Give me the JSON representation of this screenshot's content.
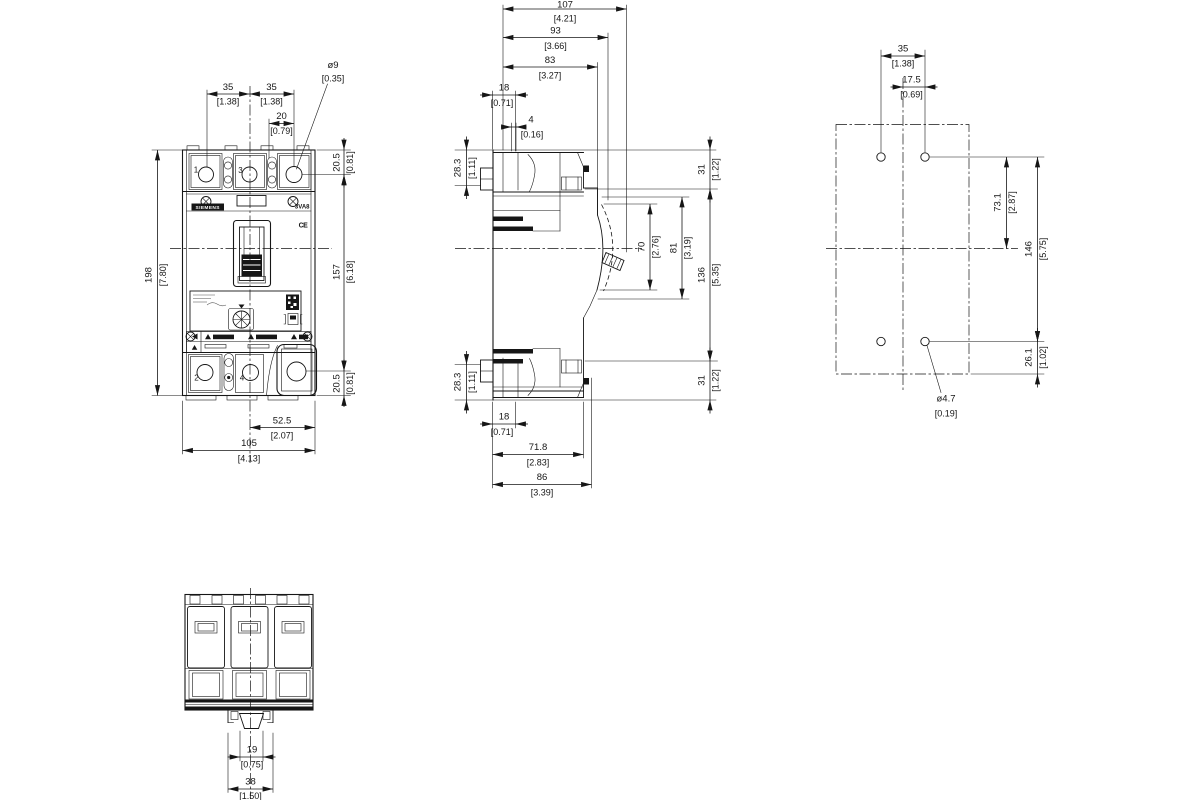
{
  "front": {
    "brand": "SIEMENS",
    "model": "3VA8",
    "ce_mark": "CE",
    "pole_labels": {
      "t1": "1",
      "t3": "3",
      "b2": "2",
      "b4": "4"
    },
    "dims": {
      "pitch_left": {
        "mm": "35",
        "in": "[1.38]"
      },
      "pitch_right": {
        "mm": "35",
        "in": "[1.38]"
      },
      "hole_offset": {
        "mm": "20",
        "in": "[0.79]"
      },
      "hole_dia": {
        "mm": "ø9",
        "in": "[0.35]"
      },
      "top_edge": {
        "mm": "20.5",
        "in": "[0.81]"
      },
      "height": {
        "mm": "198",
        "in": "[7.80]"
      },
      "hole_span": {
        "mm": "157",
        "in": "[6.18]"
      },
      "bottom_edge": {
        "mm": "20.5",
        "in": "[0.81]"
      },
      "center_right": {
        "mm": "52.5",
        "in": "[2.07]"
      },
      "width": {
        "mm": "105",
        "in": "[4.13]"
      }
    }
  },
  "side": {
    "dims": {
      "depth_total": {
        "mm": "107",
        "in": "[4.21]"
      },
      "depth_handle": {
        "mm": "93",
        "in": "[3.66]"
      },
      "depth_front": {
        "mm": "83",
        "in": "[3.27]"
      },
      "rear_step_top": {
        "mm": "18",
        "in": "[0.71]"
      },
      "rail_gap": {
        "mm": "4",
        "in": "[0.16]"
      },
      "top_terminal": {
        "mm": "28.3",
        "in": "[1.11]"
      },
      "top_edge": {
        "mm": "31",
        "in": "[1.22]"
      },
      "handle_travel": {
        "mm": "70",
        "in": "[2.76]"
      },
      "handle_span": {
        "mm": "81",
        "in": "[3.19]"
      },
      "front_span": {
        "mm": "136",
        "in": "[5.35]"
      },
      "bottom_terminal": {
        "mm": "28.3",
        "in": "[1.11]"
      },
      "bottom_edge": {
        "mm": "31",
        "in": "[1.22]"
      },
      "rear_step_bottom": {
        "mm": "18",
        "in": "[0.71]"
      },
      "case_depth": {
        "mm": "71.8",
        "in": "[2.83]"
      },
      "base_depth": {
        "mm": "86",
        "in": "[3.39]"
      }
    }
  },
  "plan": {
    "dims": {
      "hole_pitch": {
        "mm": "35",
        "in": "[1.38]"
      },
      "hole_half": {
        "mm": "17.5",
        "in": "[0.69]"
      },
      "top_to_center": {
        "mm": "73.1",
        "in": "[2.87]"
      },
      "hole_span": {
        "mm": "146",
        "in": "[5.75]"
      },
      "bottom_edge": {
        "mm": "26.1",
        "in": "[1.02]"
      },
      "hole_dia": {
        "mm": "ø4.7",
        "in": "[0.19]"
      }
    }
  },
  "bottom": {
    "dims": {
      "rail_slot": {
        "mm": "19",
        "in": "[0.75]"
      },
      "clip_width": {
        "mm": "38",
        "in": "[1.50]"
      }
    }
  }
}
